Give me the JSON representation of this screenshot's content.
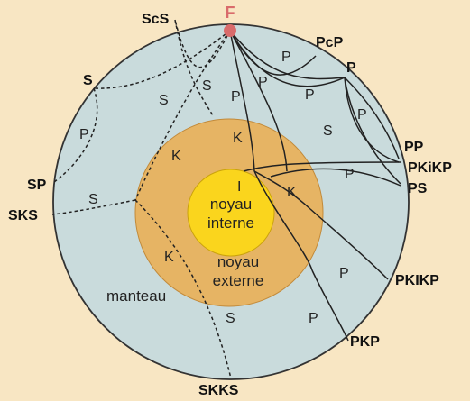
{
  "colors": {
    "background": "#f8e6c3",
    "mantle": "#c9dbdc",
    "outer_core": "#e6b464",
    "inner_core": "#fad51d",
    "ray_solid": "#222222",
    "ray_dashed": "#222222",
    "source": "#d96b6b",
    "outline": "#333333"
  },
  "source": {
    "label": "F"
  },
  "regions": {
    "mantle": "manteau",
    "outer_core_line1": "noyau",
    "outer_core_line2": "externe",
    "inner_core_line1": "noyau",
    "inner_core_line2": "interne"
  },
  "phases_outer": {
    "ScS": "ScS",
    "S": "S",
    "SP": "SP",
    "SKS": "SKS",
    "SKKS": "SKKS",
    "PcP": "PcP",
    "P": "P",
    "PP": "PP",
    "PKiKP": "PKiKP",
    "PS": "PS",
    "PKIKP": "PKIKP",
    "PKP": "PKP"
  },
  "segment_labels": {
    "S": "S",
    "P": "P",
    "K": "K",
    "I": "I"
  }
}
